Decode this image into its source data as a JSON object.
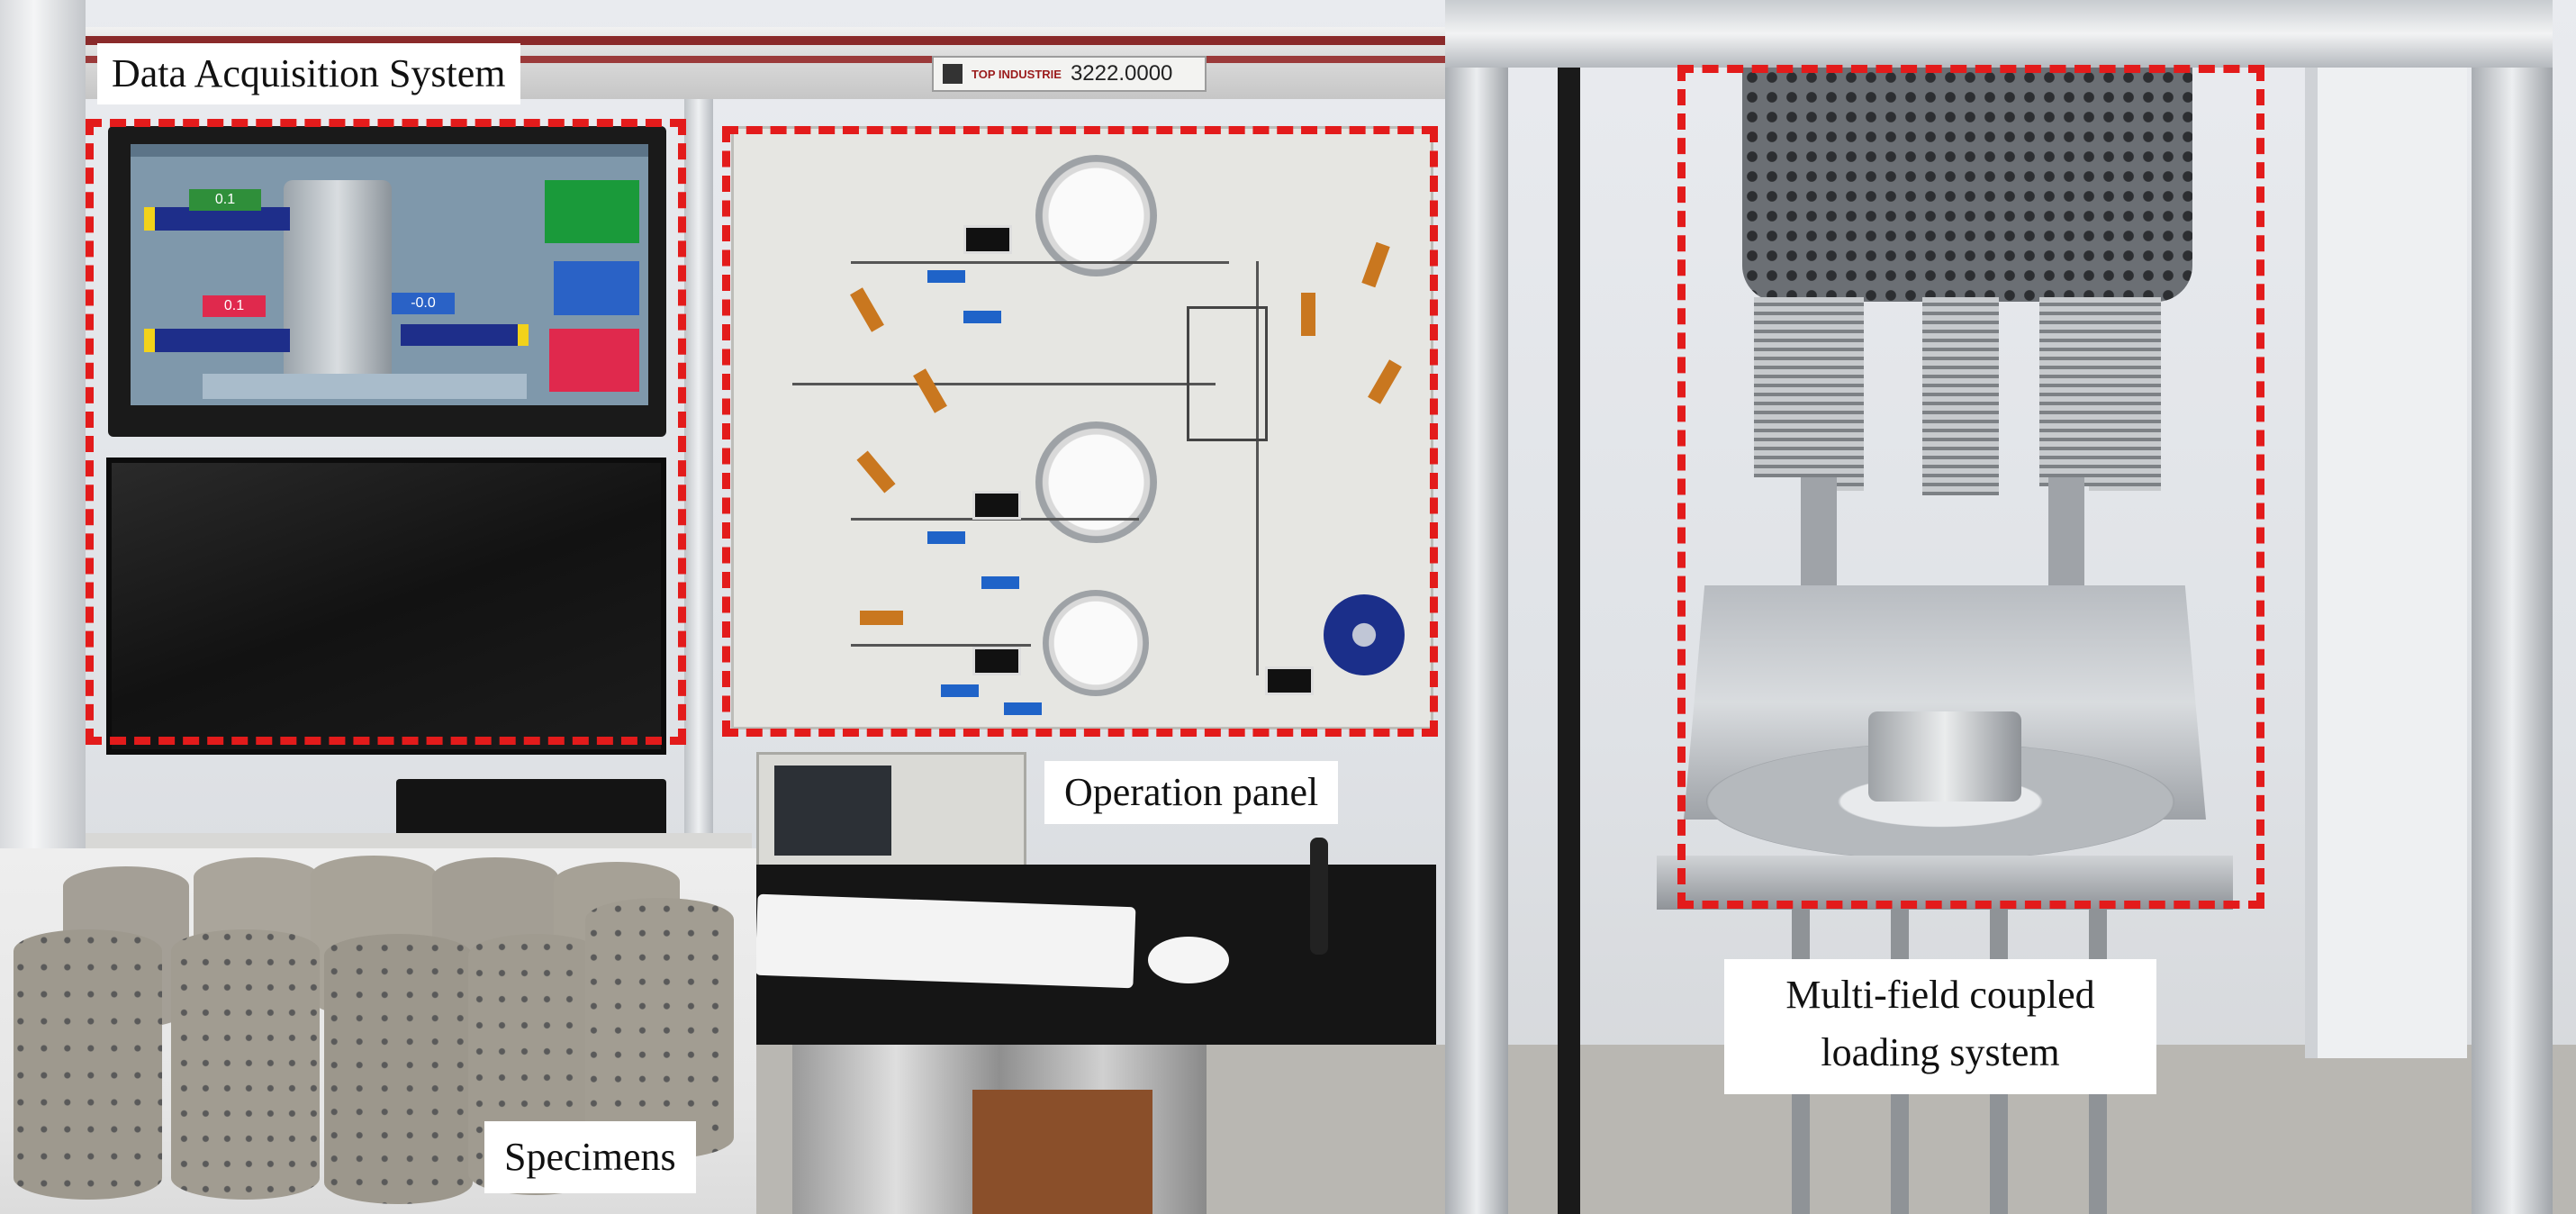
{
  "labels": {
    "data_acquisition": "Data Acquisition System",
    "operation_panel": "Operation panel",
    "multi_field_line1": "Multi-field coupled",
    "multi_field_line2": "loading system",
    "specimens": "Specimens"
  },
  "equipment_plate": {
    "brand": "TOP INDUSTRIE",
    "model_number": "3222.0000"
  },
  "screen_readouts": {
    "value_top": "0.1",
    "value_mid": "0.1",
    "value_right": "-0.0"
  },
  "colors": {
    "highlight_dash": "#e31b1b",
    "frame_aluminium": "#c9ccd1",
    "panel_background": "#e6e6e2",
    "screen_background": "#7f98ab",
    "valve_handle": "#c9771f",
    "valve_blue": "#1f63c8"
  }
}
